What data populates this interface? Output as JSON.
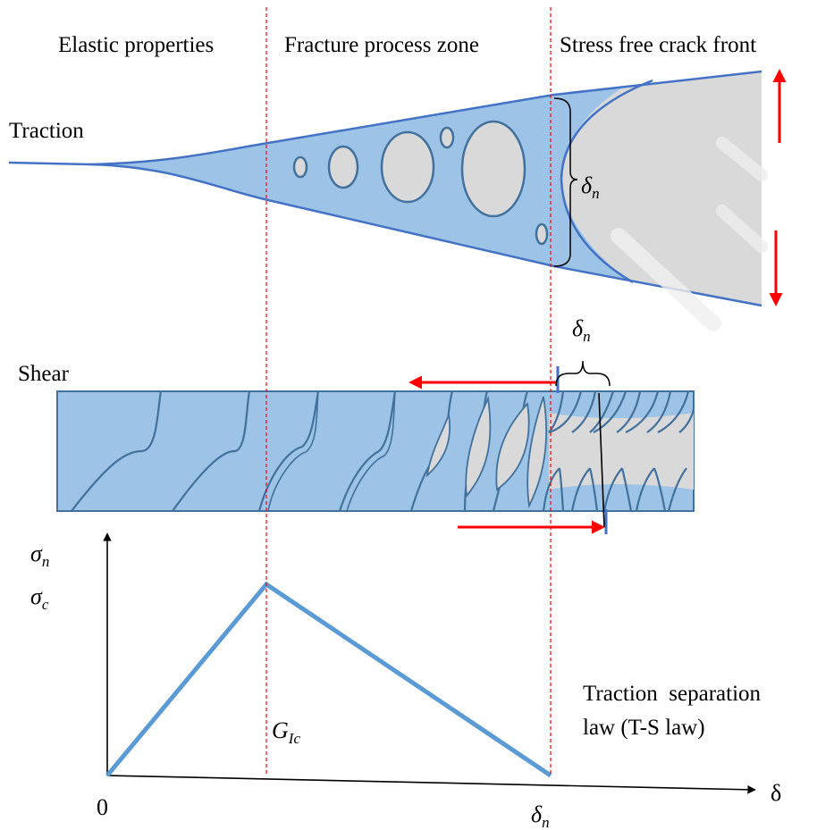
{
  "zones": {
    "elastic": "Elastic properties",
    "fpz": "Fracture process zone",
    "crack_front": "Stress free crack front"
  },
  "panels": {
    "traction": "Traction",
    "shear": "Shear"
  },
  "symbols": {
    "delta_n_top": "δ",
    "delta_n_top_sub": "n",
    "delta_n_mid": "δ",
    "delta_n_mid_sub": "n",
    "delta_n_axis": "δ",
    "delta_n_axis_sub": "n",
    "sigma_n": "σ",
    "sigma_n_sub": "n",
    "sigma_c": "σ",
    "sigma_c_sub": "c",
    "g_ic": "G",
    "g_ic_sub": "Ic",
    "origin": "0",
    "x_axis": "δ"
  },
  "law": {
    "line1": "Traction  separation",
    "line2": "law (T-S law)"
  },
  "colors": {
    "fill_blue": "#9dc3e6",
    "stroke_blue": "#4472c4",
    "curve_blue": "#41719c",
    "law_line": "#5b9bd5",
    "grey": "#d9d9d9",
    "red": "#ff0000"
  }
}
